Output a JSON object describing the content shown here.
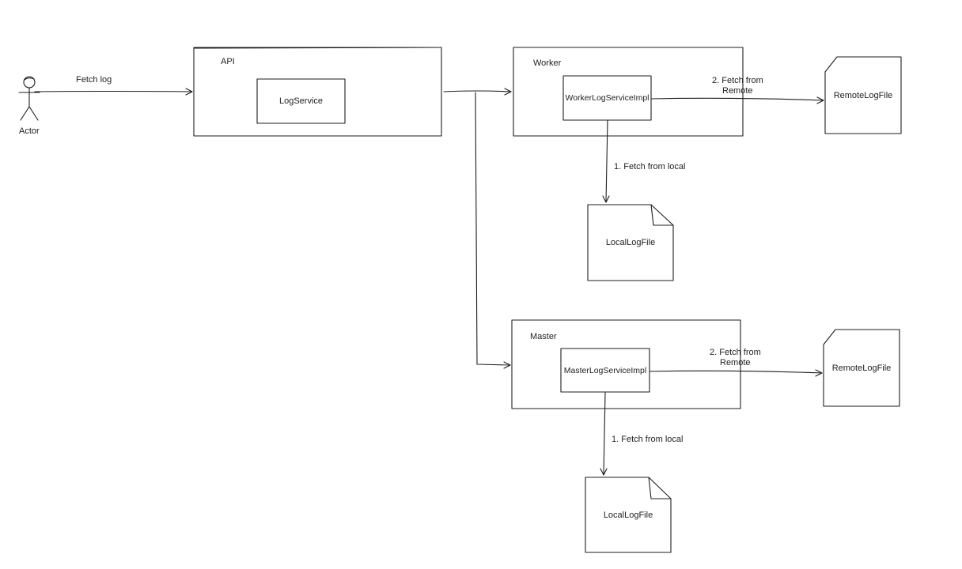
{
  "actor": {
    "label": "Actor"
  },
  "edges": {
    "fetch_log": "Fetch log",
    "worker_local": "1. Fetch from local",
    "worker_remote_line1": "2. Fetch from",
    "worker_remote_line2": "Remote",
    "master_local": "1. Fetch from local",
    "master_remote_line1": "2. Fetch from",
    "master_remote_line2": "Remote"
  },
  "api": {
    "title": "API",
    "service": "LogService"
  },
  "worker": {
    "title": "Worker",
    "service": "WorkerLogServiceImpl",
    "local_file": "LocalLogFile",
    "remote_file": "RemoteLogFile"
  },
  "master": {
    "title": "Master",
    "service": "MasterLogServiceImpl",
    "local_file": "LocalLogFile",
    "remote_file": "RemoteLogFile"
  },
  "colors": {
    "stroke": "#1e1e1e",
    "background": "#ffffff"
  }
}
